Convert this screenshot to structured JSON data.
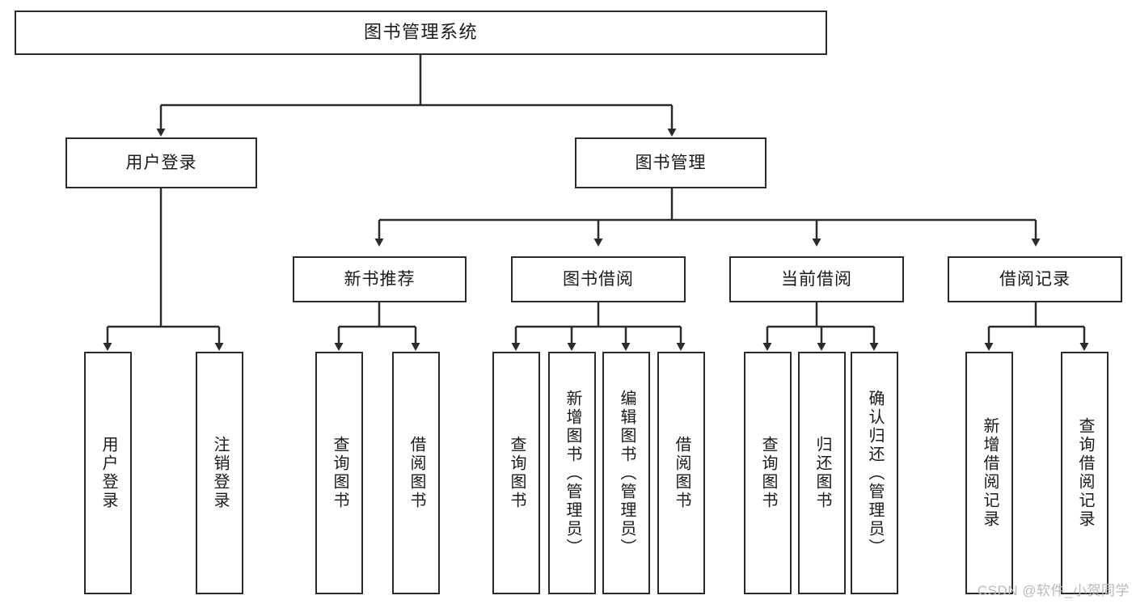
{
  "diagram": {
    "type": "hierarchy-tree",
    "title": "图书管理系统",
    "levels": 4,
    "root": {
      "label": "图书管理系统"
    },
    "level2": [
      {
        "label": "用户登录"
      },
      {
        "label": "图书管理"
      }
    ],
    "level3": [
      {
        "label": "新书推荐"
      },
      {
        "label": "图书借阅"
      },
      {
        "label": "当前借阅"
      },
      {
        "label": "借阅记录"
      }
    ],
    "leaves": {
      "user_login": [
        {
          "label": "用户登录"
        },
        {
          "label": "注销登录"
        }
      ],
      "new_book_recommend": [
        {
          "label": "查询图书"
        },
        {
          "label": "借阅图书"
        }
      ],
      "book_borrow": [
        {
          "label": "查询图书"
        },
        {
          "label": "新增图书（管理员）"
        },
        {
          "label": "编辑图书（管理员）"
        },
        {
          "label": "借阅图书"
        }
      ],
      "current_borrow": [
        {
          "label": "查询图书"
        },
        {
          "label": "归还图书"
        },
        {
          "label": "确认归还（管理员）"
        }
      ],
      "borrow_record": [
        {
          "label": "新增借阅记录"
        },
        {
          "label": "查询借阅记录"
        }
      ]
    }
  },
  "watermark": {
    "text": "CSDN @软件_小贺同学"
  },
  "colors": {
    "stroke": "#2b2b2b",
    "fill": "#ffffff",
    "text": "#1a1a1a",
    "watermark": "#b9b9b9"
  }
}
